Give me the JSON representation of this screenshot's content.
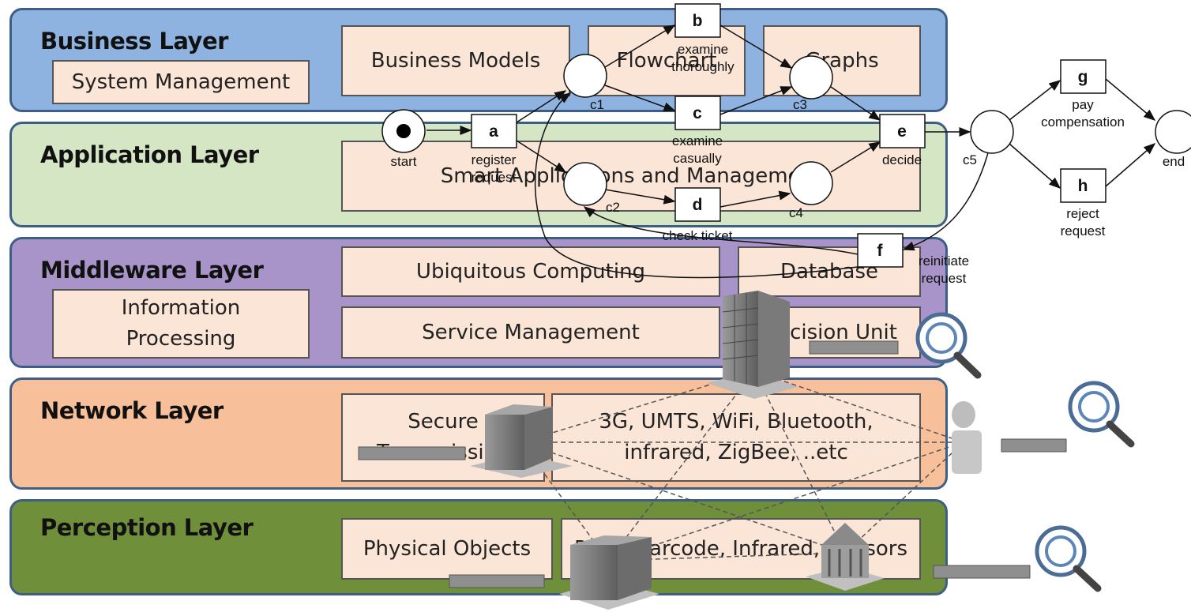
{
  "layers": {
    "business": {
      "title": "Business Layer",
      "boxes": [
        "System Management",
        "Business Models",
        "Flowchart",
        "Graphs"
      ],
      "color": "#8fb3e0"
    },
    "application": {
      "title": "Application Layer",
      "boxes": [
        "Smart Applications and Management"
      ],
      "color": "#d5e6c4"
    },
    "middleware": {
      "title": "Middleware Layer",
      "boxes": [
        "Information Processing",
        "Ubiquitous Computing",
        "Database",
        "Service Management",
        "Decision Unit"
      ],
      "color": "#a994c9"
    },
    "network": {
      "title": "Network Layer",
      "boxes": [
        "Secure Transmission",
        "3G, UMTS, WiFi, Bluetooth, infrared, ZigBee, ..etc"
      ],
      "color": "#f8c09a"
    },
    "perception": {
      "title": "Perception Layer",
      "boxes": [
        "Physical Objects",
        "RFID, Barcode, Infrared, Sensors"
      ],
      "color": "#6f8f3a"
    }
  },
  "petri_net": {
    "transitions": {
      "a": "a",
      "b": "b",
      "c": "c",
      "d": "d",
      "e": "e",
      "f": "f",
      "g": "g",
      "h": "h"
    },
    "labels": {
      "start": "start",
      "a": "register\nrequest",
      "b": "examine\nthoroughly",
      "c": "examine\ncasually",
      "d": "check ticket",
      "e": "decide",
      "f": "reinitiate\nrequest",
      "g": "pay\ncompensation",
      "h": "reject\nrequest",
      "end": "end"
    },
    "places": [
      "c1",
      "c2",
      "c3",
      "c4",
      "c5"
    ]
  }
}
